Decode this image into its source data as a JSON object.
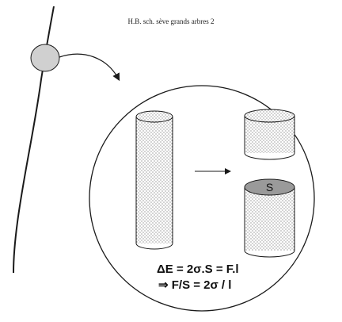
{
  "header": {
    "title": "H.B. sch. sève grands arbres 2"
  },
  "diagram": {
    "section_label": "S",
    "equation_1": "ΔE = 2σ.S = F.l",
    "equation_2": "⇒ F/S = 2σ / l",
    "colors": {
      "stroke": "#1a1a1a",
      "stipple_dot": "#6b6b6b",
      "section_fill": "#9a9a9a",
      "magnifier_fill": "#d0d0d0",
      "background": "#ffffff"
    }
  }
}
